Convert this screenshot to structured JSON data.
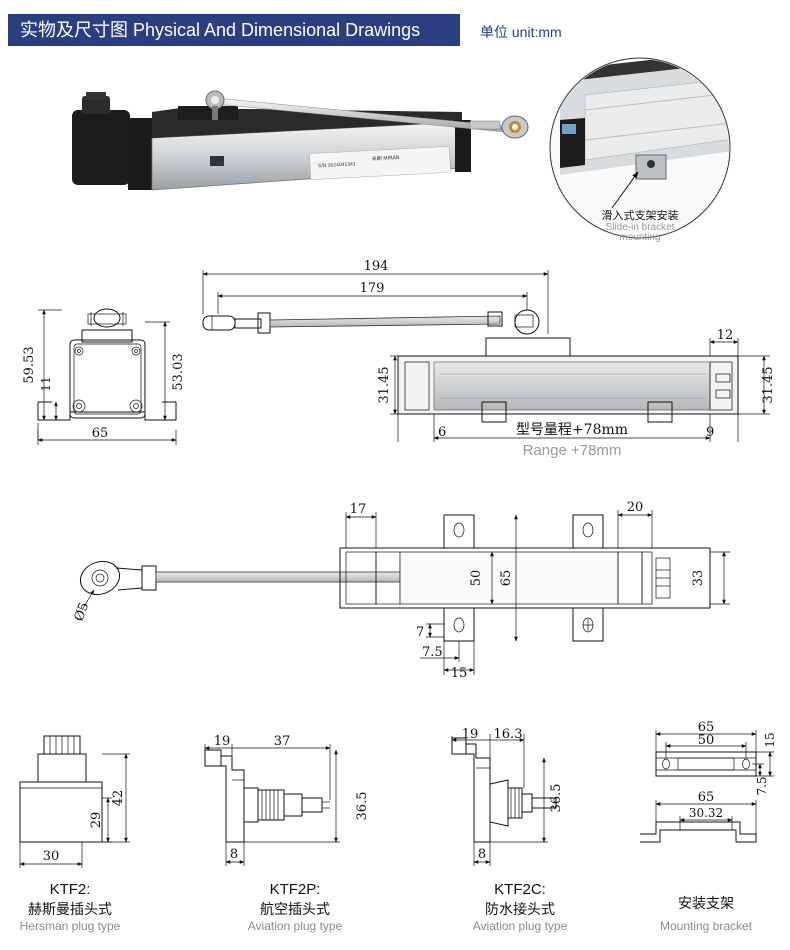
{
  "header": {
    "title": "实物及尺寸图 Physical And Dimensional Drawings",
    "unit": "单位 unit:mm"
  },
  "inset": {
    "label_cn": "滑入式支架安装",
    "label_en_line1": "Slide-in bracket",
    "label_en_line2": "mounting"
  },
  "product_photo": {
    "serial_label": "S/N 2024041341",
    "brand_label": "米朗 MIRAN"
  },
  "side_view": {
    "dim_194": "194",
    "dim_179": "179",
    "dim_12": "12",
    "dim_31_45_left": "31.45",
    "dim_31_45_right": "31.45",
    "dim_6": "6",
    "dim_9": "9",
    "range_cn": "型号量程+78mm",
    "range_en": "Range +78mm"
  },
  "end_view": {
    "dim_59_53": "59.53",
    "dim_11": "11",
    "dim_53_03": "53.03",
    "dim_65": "65"
  },
  "top_view": {
    "dim_17": "17",
    "dim_20": "20",
    "dim_50": "50",
    "dim_65": "65",
    "dim_33": "33",
    "dim_d5": "Ø5",
    "dim_7": "7",
    "dim_7_5": "7.5",
    "dim_15": "15"
  },
  "variants": [
    {
      "code": "KTF2:",
      "name_cn": "赫斯曼插头式",
      "name_en": "Hersman plug type",
      "dims": {
        "h29": "29",
        "h42": "42",
        "w30": "30"
      }
    },
    {
      "code": "KTF2P:",
      "name_cn": "航空插头式",
      "name_en": "Aviation plug type",
      "dims": {
        "w19": "19",
        "w37": "37",
        "h36_5": "36.5",
        "w8": "8"
      }
    },
    {
      "code": "KTF2C:",
      "name_cn": "防水接头式",
      "name_en": "Aviation plug type",
      "dims": {
        "w19": "19",
        "w16_3": "16.3",
        "h36_5": "36.5",
        "w8": "8"
      }
    },
    {
      "code": "",
      "name_cn": "安装支架",
      "name_en": "Mounting bracket",
      "dims": {
        "w65a": "65",
        "w50": "50",
        "h15": "15",
        "h7_5": "7.5",
        "w65b": "65",
        "w30_32": "30.32"
      }
    }
  ]
}
